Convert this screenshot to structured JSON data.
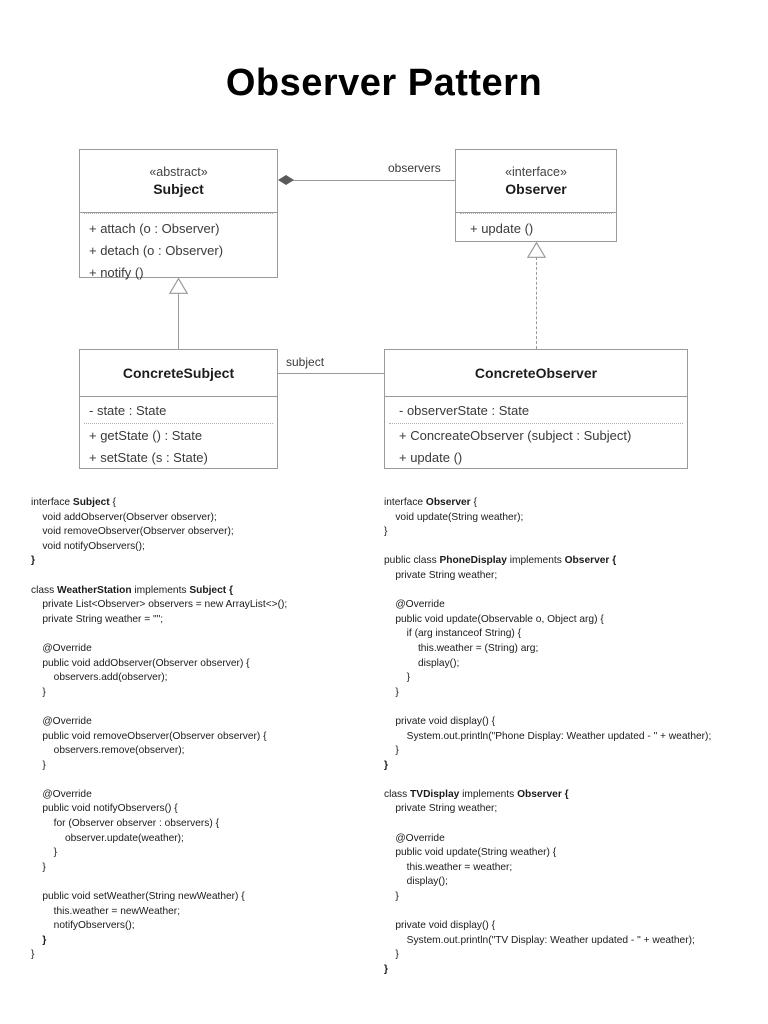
{
  "page": {
    "title": "Observer Pattern"
  },
  "diagram": {
    "type": "uml-class-diagram",
    "classes": [
      {
        "id": "subject",
        "stereotype": "«abstract»",
        "name": "Subject",
        "attributes": [],
        "methods": [
          "+ attach (o : Observer)",
          "+ detach (o : Observer)",
          "+ notify ()"
        ]
      },
      {
        "id": "observer",
        "stereotype": "«interface»",
        "name": "Observer",
        "attributes": [],
        "methods": [
          "+ update ()"
        ]
      },
      {
        "id": "concrete-subject",
        "stereotype": "",
        "name": "ConcreteSubject",
        "attributes": [
          "- state : State"
        ],
        "methods": [
          "+ getState () : State",
          "+ setState (s : State)"
        ]
      },
      {
        "id": "concrete-observer",
        "stereotype": "",
        "name": "ConcreteObserver",
        "attributes": [
          "- observerState : State"
        ],
        "methods": [
          "+ ConcreateObserver (subject : Subject)",
          "+ update ()"
        ]
      }
    ],
    "relationships": [
      {
        "id": "aggregation-subject-observer",
        "kind": "aggregation",
        "from": "Subject",
        "to": "Observer",
        "label": "observers"
      },
      {
        "id": "generalization-concretesubject-subject",
        "kind": "generalization",
        "from": "ConcreteSubject",
        "to": "Subject",
        "label": ""
      },
      {
        "id": "realization-concreteobserver-observer",
        "kind": "realization",
        "from": "ConcreteObserver",
        "to": "Observer",
        "label": ""
      },
      {
        "id": "association-concretesubject-concreteobserver",
        "kind": "association",
        "from": "ConcreteSubject",
        "to": "ConcreteObserver",
        "label": "subject"
      }
    ],
    "colors": {
      "box_border": "#9a9a9a",
      "box_fill": "#ffffff",
      "connector": "#9a9a9a",
      "diamond_fill": "#5a5a5a",
      "text": "#3a3a3a"
    }
  },
  "code": {
    "left_column": [
      {
        "type": "line",
        "segments": [
          {
            "t": "interface ",
            "b": false
          },
          {
            "t": "Subject",
            "b": true
          },
          {
            "t": " {",
            "b": false
          }
        ]
      },
      {
        "type": "line",
        "segments": [
          {
            "t": "    void addObserver(Observer observer);",
            "b": false
          }
        ]
      },
      {
        "type": "line",
        "segments": [
          {
            "t": "    void removeObserver(Observer observer);",
            "b": false
          }
        ]
      },
      {
        "type": "line",
        "segments": [
          {
            "t": "    void notifyObservers();",
            "b": false
          }
        ]
      },
      {
        "type": "line",
        "segments": [
          {
            "t": "}",
            "b": true
          }
        ]
      },
      {
        "type": "gap"
      },
      {
        "type": "line",
        "segments": [
          {
            "t": "class ",
            "b": false
          },
          {
            "t": "WeatherStation",
            "b": true
          },
          {
            "t": " implements ",
            "b": false
          },
          {
            "t": "Subject {",
            "b": true
          }
        ]
      },
      {
        "type": "line",
        "segments": [
          {
            "t": "    private List<Observer> observers = new ArrayList<>();",
            "b": false
          }
        ]
      },
      {
        "type": "line",
        "segments": [
          {
            "t": "    private String weather = \"\";",
            "b": false
          }
        ]
      },
      {
        "type": "gap"
      },
      {
        "type": "line",
        "segments": [
          {
            "t": "    @Override",
            "b": false
          }
        ]
      },
      {
        "type": "line",
        "segments": [
          {
            "t": "    public void addObserver(Observer observer) {",
            "b": false
          }
        ]
      },
      {
        "type": "line",
        "segments": [
          {
            "t": "        observers.add(observer);",
            "b": false
          }
        ]
      },
      {
        "type": "line",
        "segments": [
          {
            "t": "    }",
            "b": false
          }
        ]
      },
      {
        "type": "gap"
      },
      {
        "type": "line",
        "segments": [
          {
            "t": "    @Override",
            "b": false
          }
        ]
      },
      {
        "type": "line",
        "segments": [
          {
            "t": "    public void removeObserver(Observer observer) {",
            "b": false
          }
        ]
      },
      {
        "type": "line",
        "segments": [
          {
            "t": "        observers.remove(observer);",
            "b": false
          }
        ]
      },
      {
        "type": "line",
        "segments": [
          {
            "t": "    }",
            "b": false
          }
        ]
      },
      {
        "type": "gap"
      },
      {
        "type": "line",
        "segments": [
          {
            "t": "    @Override",
            "b": false
          }
        ]
      },
      {
        "type": "line",
        "segments": [
          {
            "t": "    public void notifyObservers() {",
            "b": false
          }
        ]
      },
      {
        "type": "line",
        "segments": [
          {
            "t": "        for (Observer observer : observers) {",
            "b": false
          }
        ]
      },
      {
        "type": "line",
        "segments": [
          {
            "t": "            observer.update(weather);",
            "b": false
          }
        ]
      },
      {
        "type": "line",
        "segments": [
          {
            "t": "        }",
            "b": false
          }
        ]
      },
      {
        "type": "line",
        "segments": [
          {
            "t": "    }",
            "b": false
          }
        ]
      },
      {
        "type": "gap"
      },
      {
        "type": "line",
        "segments": [
          {
            "t": "    public void setWeather(String newWeather) {",
            "b": false
          }
        ]
      },
      {
        "type": "line",
        "segments": [
          {
            "t": "        this.weather = newWeather;",
            "b": false
          }
        ]
      },
      {
        "type": "line",
        "segments": [
          {
            "t": "        notifyObservers();",
            "b": false
          }
        ]
      },
      {
        "type": "line",
        "segments": [
          {
            "t": "    }",
            "b": true
          }
        ]
      },
      {
        "type": "line",
        "segments": [
          {
            "t": "}",
            "b": false
          }
        ]
      }
    ],
    "right_column": [
      {
        "type": "line",
        "segments": [
          {
            "t": "interface ",
            "b": false
          },
          {
            "t": "Observer",
            "b": true
          },
          {
            "t": " {",
            "b": false
          }
        ]
      },
      {
        "type": "line",
        "segments": [
          {
            "t": "    void update(String weather);",
            "b": false
          }
        ]
      },
      {
        "type": "line",
        "segments": [
          {
            "t": "}",
            "b": false
          }
        ]
      },
      {
        "type": "gap"
      },
      {
        "type": "line",
        "segments": [
          {
            "t": "public class ",
            "b": false
          },
          {
            "t": "PhoneDisplay",
            "b": true
          },
          {
            "t": " implements ",
            "b": false
          },
          {
            "t": "Observer {",
            "b": true
          }
        ]
      },
      {
        "type": "line",
        "segments": [
          {
            "t": "    private String weather;",
            "b": false
          }
        ]
      },
      {
        "type": "gap"
      },
      {
        "type": "line",
        "segments": [
          {
            "t": "    @Override",
            "b": false
          }
        ]
      },
      {
        "type": "line",
        "segments": [
          {
            "t": "    public void update(Observable o, Object arg) {",
            "b": false
          }
        ]
      },
      {
        "type": "line",
        "segments": [
          {
            "t": "        if (arg instanceof String) {",
            "b": false
          }
        ]
      },
      {
        "type": "line",
        "segments": [
          {
            "t": "            this.weather = (String) arg;",
            "b": false
          }
        ]
      },
      {
        "type": "line",
        "segments": [
          {
            "t": "            display();",
            "b": false
          }
        ]
      },
      {
        "type": "line",
        "segments": [
          {
            "t": "        }",
            "b": false
          }
        ]
      },
      {
        "type": "line",
        "segments": [
          {
            "t": "    }",
            "b": false
          }
        ]
      },
      {
        "type": "gap"
      },
      {
        "type": "line",
        "segments": [
          {
            "t": "    private void display() {",
            "b": false
          }
        ]
      },
      {
        "type": "line",
        "segments": [
          {
            "t": "        System.out.println(\"Phone Display: Weather updated - \" + weather);",
            "b": false
          }
        ]
      },
      {
        "type": "line",
        "segments": [
          {
            "t": "    }",
            "b": false
          }
        ]
      },
      {
        "type": "line",
        "segments": [
          {
            "t": "}",
            "b": true
          }
        ]
      },
      {
        "type": "gap"
      },
      {
        "type": "line",
        "segments": [
          {
            "t": "class ",
            "b": false
          },
          {
            "t": "TVDisplay",
            "b": true
          },
          {
            "t": " implements ",
            "b": false
          },
          {
            "t": "Observer {",
            "b": true
          }
        ]
      },
      {
        "type": "line",
        "segments": [
          {
            "t": "    private String weather;",
            "b": false
          }
        ]
      },
      {
        "type": "gap"
      },
      {
        "type": "line",
        "segments": [
          {
            "t": "    @Override",
            "b": false
          }
        ]
      },
      {
        "type": "line",
        "segments": [
          {
            "t": "    public void update(String weather) {",
            "b": false
          }
        ]
      },
      {
        "type": "line",
        "segments": [
          {
            "t": "        this.weather = weather;",
            "b": false
          }
        ]
      },
      {
        "type": "line",
        "segments": [
          {
            "t": "        display();",
            "b": false
          }
        ]
      },
      {
        "type": "line",
        "segments": [
          {
            "t": "    }",
            "b": false
          }
        ]
      },
      {
        "type": "gap"
      },
      {
        "type": "line",
        "segments": [
          {
            "t": "    private void display() {",
            "b": false
          }
        ]
      },
      {
        "type": "line",
        "segments": [
          {
            "t": "        System.out.println(\"TV Display: Weather updated - \" + weather);",
            "b": false
          }
        ]
      },
      {
        "type": "line",
        "segments": [
          {
            "t": "    }",
            "b": false
          }
        ]
      },
      {
        "type": "line",
        "segments": [
          {
            "t": "}",
            "b": true
          }
        ]
      }
    ]
  }
}
